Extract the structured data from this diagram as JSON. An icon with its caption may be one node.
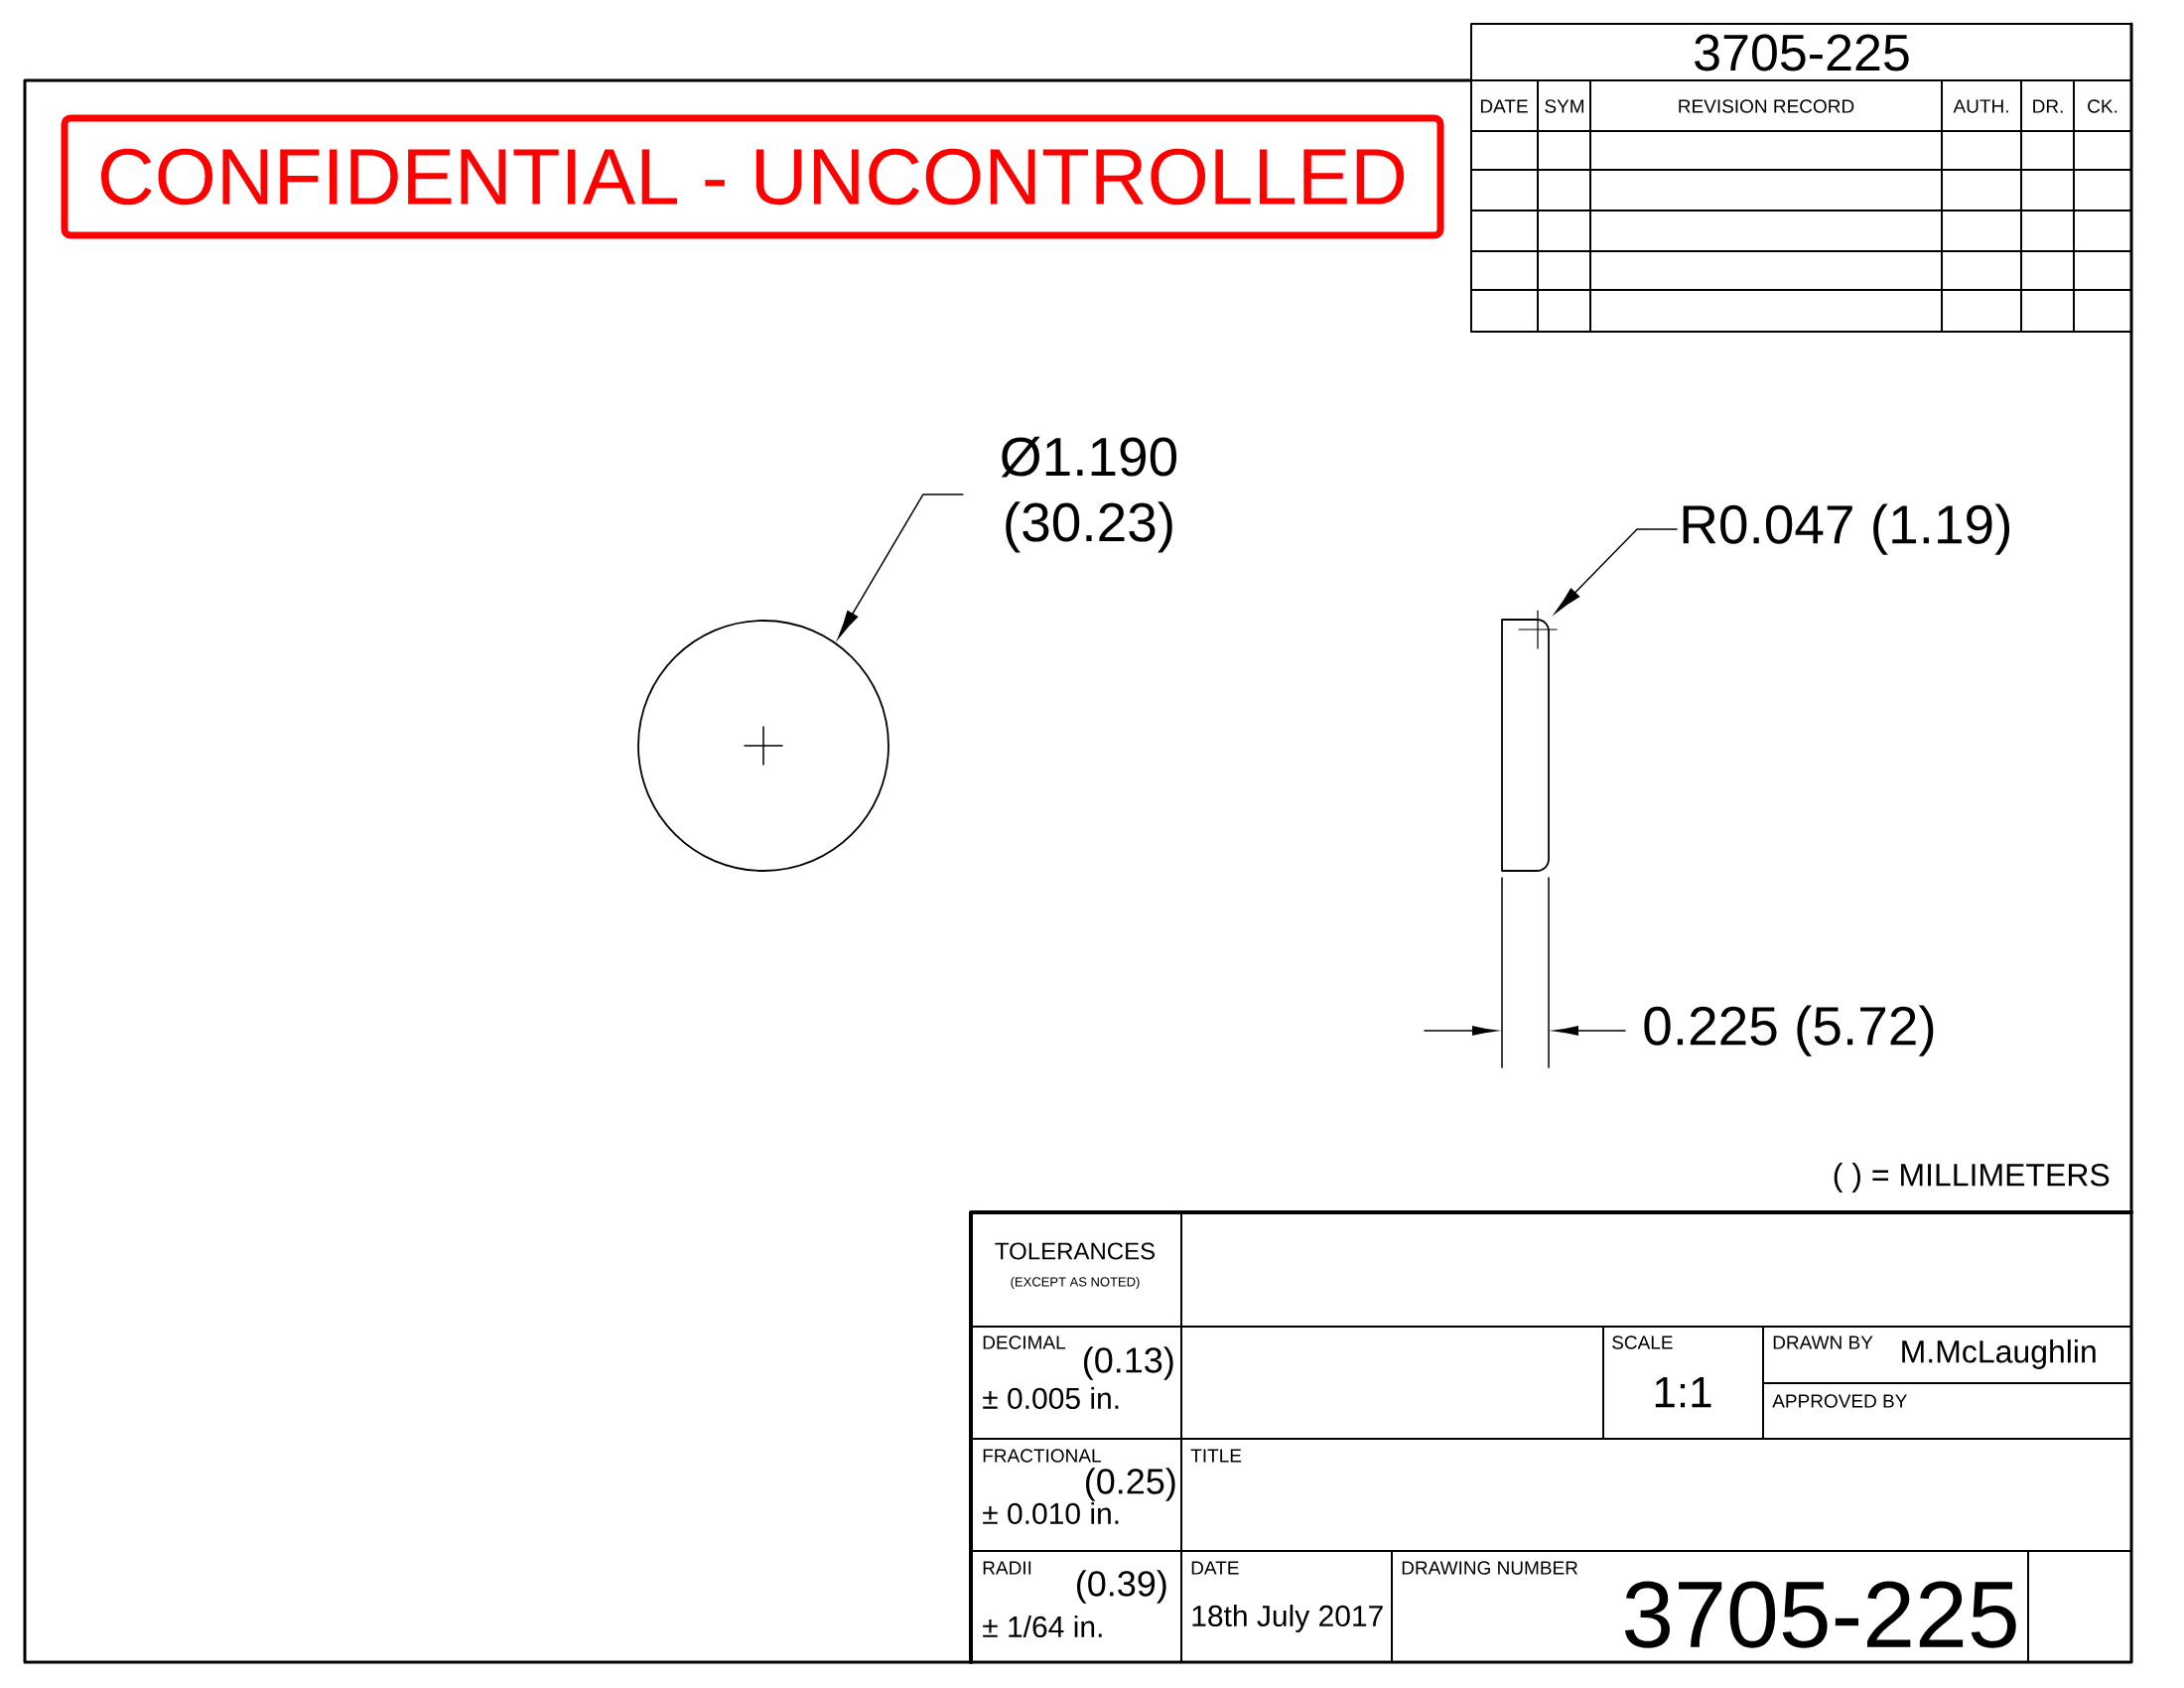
{
  "diagram": {
    "nodes": [
      {
        "text": [
          "Ø1.190 (30.23)"
        ]
      },
      {
        "text": [],
        "shape": "circle"
      },
      {
        "text": [
          "R0.047 (1.19)"
        ]
      },
      {
        "text": [],
        "shape": "box"
      }
    ],
    "edges": [
      {
        "from": 0,
        "to": 1,
        "arrow": "to"
      },
      {
        "from": 2,
        "to": 3,
        "arrow": "to"
      }
    ],
    "labels": [
      "CONFIDENTIAL - UNCONTROLLED",
      "3705-225",
      "DATE",
      "SYM",
      "REVISION RECORD",
      "AUTH.",
      "DR.",
      "CK.",
      "0.225 (5.72)",
      "( ) = MILLIMETERS",
      "TOLERANCES",
      "(EXCEPT AS NOTED)",
      "DECIMAL",
      "(0.13)",
      "± 0.005 in.",
      "SCALE",
      "1:1",
      "DRAWN BY",
      "M.McLaughlin",
      "APPROVED BY",
      "FRACTIONAL",
      "(0.25)",
      "± 0.010 in.",
      "TITLE",
      "RADII",
      "(0.39)",
      "± 1/64 in.",
      "DATE",
      "18th July 2017",
      "DRAWING NUMBER",
      "3705-225"
    ]
  }
}
